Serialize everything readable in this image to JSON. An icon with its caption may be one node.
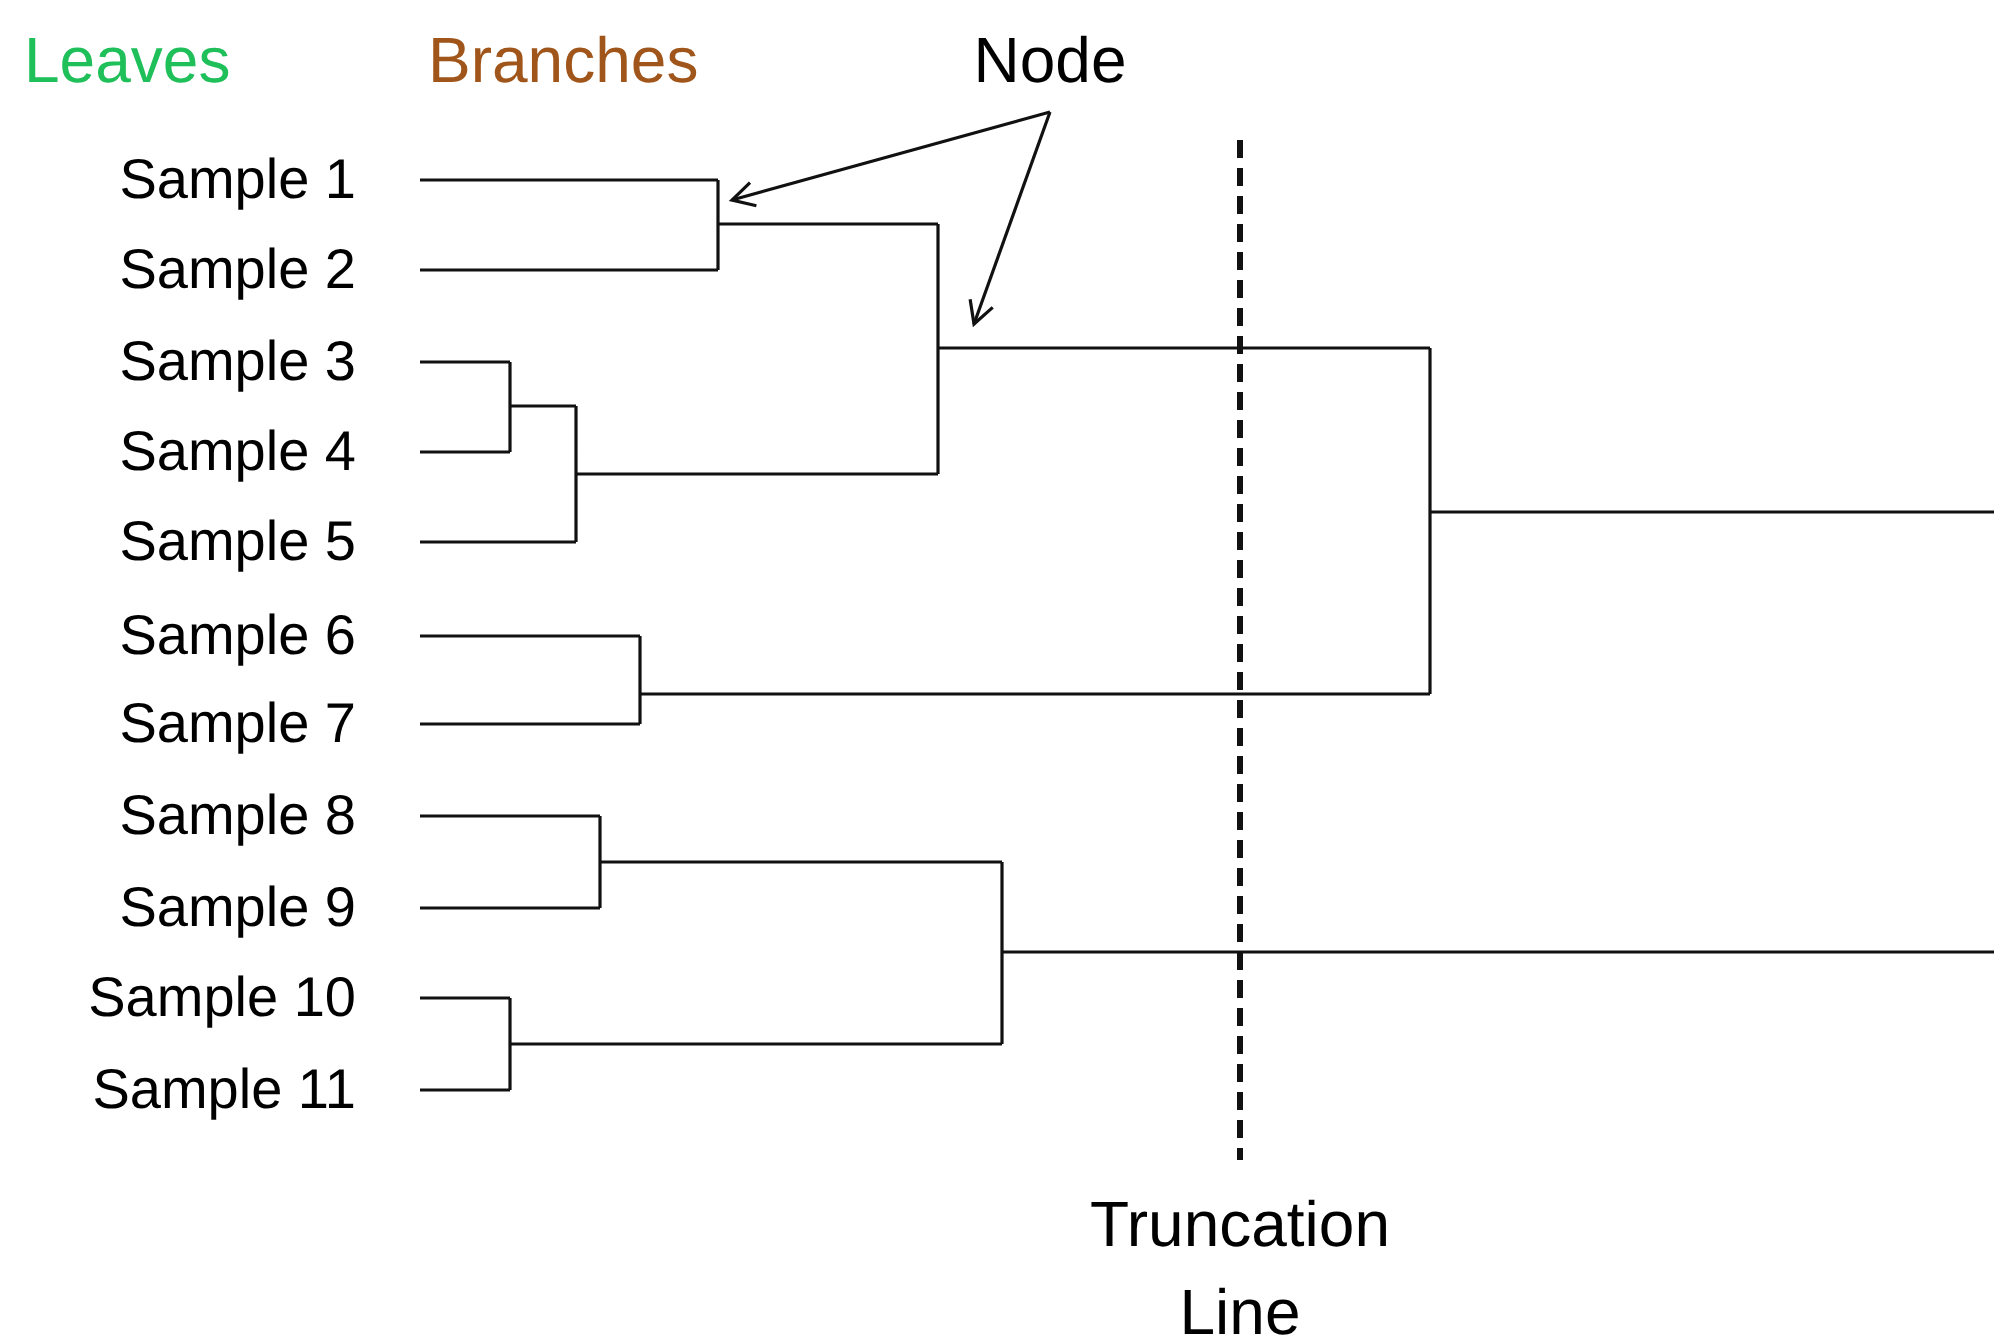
{
  "diagram": {
    "nodes": [
      {
        "text": [
          "Sample 1"
        ]
      },
      {
        "text": [
          "Sample 2"
        ]
      },
      {
        "text": [
          "Sample 3"
        ]
      },
      {
        "text": [
          "Sample 4"
        ]
      },
      {
        "text": [
          "Sample 5"
        ]
      },
      {
        "text": [
          "Sample 6"
        ]
      },
      {
        "text": [
          "Sample 7"
        ]
      },
      {
        "text": [
          "Sample 8"
        ]
      },
      {
        "text": [
          "Sample 9"
        ]
      },
      {
        "text": [
          "Sample 10"
        ]
      },
      {
        "text": [
          "Sample 11"
        ]
      },
      {
        "text": [
          "Node"
        ]
      }
    ],
    "edges": [
      {
        "from": 11,
        "to": null,
        "arrow": "to"
      },
      {
        "from": 11,
        "to": null,
        "arrow": "to"
      }
    ],
    "labels": [
      "Leaves",
      "Branches",
      "Truncation Line"
    ]
  }
}
